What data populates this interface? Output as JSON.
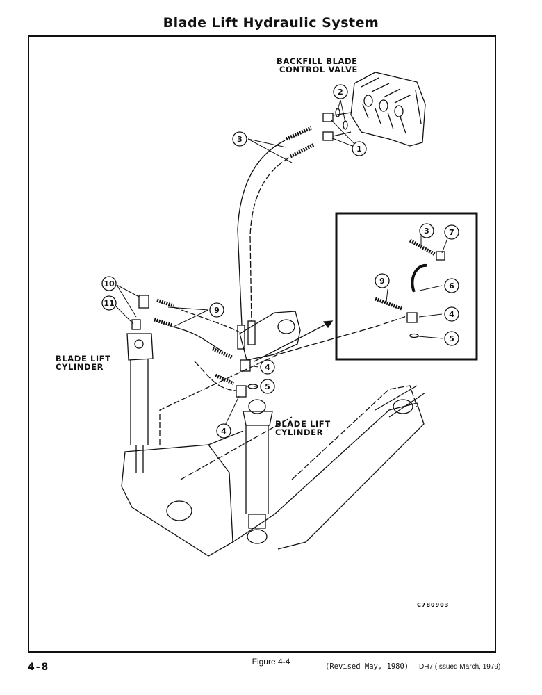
{
  "header": {
    "title": "Blade Lift Hydraulic System"
  },
  "labels": {
    "backfill_valve_line1": "BACKFILL BLADE",
    "backfill_valve_line2": "CONTROL VALVE",
    "left_cylinder_line1": "BLADE LIFT",
    "left_cylinder_line2": "CYLINDER",
    "right_cylinder_line1": "BLADE LIFT",
    "right_cylinder_line2": "CYLINDER"
  },
  "callouts": {
    "c1": "1",
    "c2": "2",
    "c3": "3",
    "c4a": "4",
    "c4b": "4",
    "c5": "5",
    "c9": "9",
    "c10": "10",
    "c11": "11",
    "inset_c3": "3",
    "inset_c7": "7",
    "inset_c6": "6",
    "inset_c9": "9",
    "inset_c4": "4",
    "inset_c5": "5"
  },
  "drawing_code": "C780903",
  "figure_caption": "Figure 4-4",
  "footer": {
    "page_number": "4-8",
    "revision": "(Revised May, 1980)",
    "issue": "DH7 (Issued March, 1979)"
  }
}
